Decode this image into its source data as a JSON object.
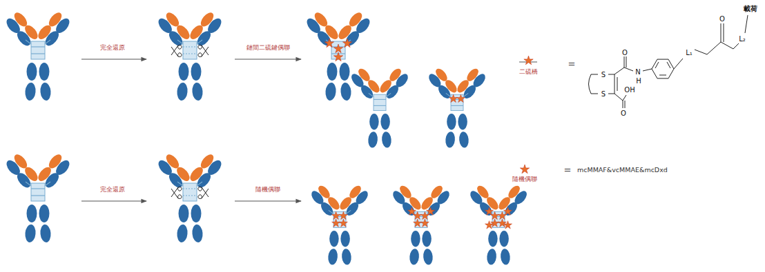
{
  "diagram": {
    "labels": [
      "完全還原",
      "鏈間二硫鍵偶聯",
      "完全還原",
      "隨機偶聯",
      "=",
      "載荷",
      "O",
      "L₁",
      "L₂",
      "O",
      "N",
      "H",
      "OH",
      "O",
      "S",
      "S",
      "=",
      "mcMMAF&vcMMAE&mcDxd"
    ],
    "legend": [
      {
        "text": "二硫橋"
      },
      {
        "text": "隨機偶聯"
      }
    ]
  }
}
